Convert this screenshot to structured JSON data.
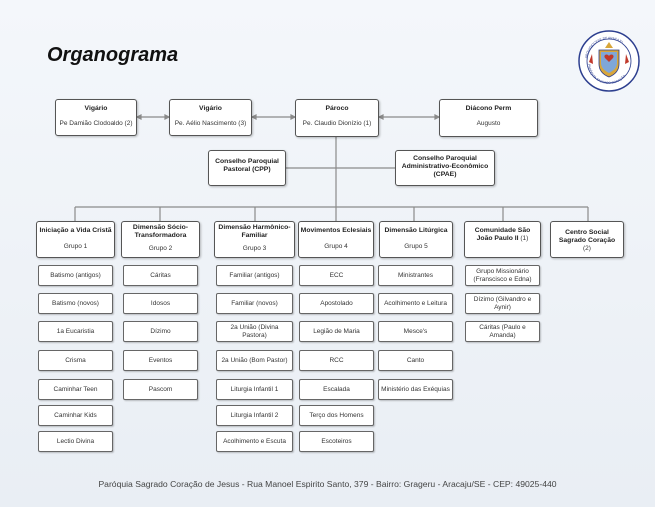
{
  "title": "Organograma",
  "logo_text": "ARQUIDIOCESE DE ARACAJU · PARÓQUIA SAGRADO CORAÇÃO DE JESUS",
  "colors": {
    "seal_blue": "#2d3f8f",
    "seal_gold": "#d8a63a",
    "line": "#8a8a8a"
  },
  "top_row": [
    {
      "title": "Vigário",
      "name": "Pe Damião Clodoaldo (2)"
    },
    {
      "title": "Vigário",
      "name": "Pe. Aélio Nascimento (3)"
    },
    {
      "title": "Pároco",
      "name": "Pe. Claudio Dionízio (1)"
    },
    {
      "title": "Diácono Perm",
      "name": "Augusto"
    }
  ],
  "councils": [
    {
      "title": "Conselho Paroquial Pastoral (CPP)"
    },
    {
      "title": "Conselho Paroquial Administrativo-Econômico (CPAE)"
    }
  ],
  "groups": [
    {
      "title": "Iniciação a Vida Cristã",
      "subtitle": "Grupo 1",
      "items": [
        "Batismo (antigos)",
        "Batismo (novos)",
        "1a Eucaristia",
        "Crisma",
        "Caminhar Teen",
        "Caminhar Kids",
        "Lectio Divina"
      ]
    },
    {
      "title": "Dimensão Sócio-Transformadora",
      "subtitle": "Grupo 2",
      "items": [
        "Cáritas",
        "Idosos",
        "Dízimo",
        "Eventos",
        "Pascom"
      ]
    },
    {
      "title": "Dimensão Harmônico-Familiar",
      "subtitle": "Grupo 3",
      "items": [
        "Familiar (antigos)",
        "Familiar (novos)",
        "2a União (Divina Pastora)",
        "2a União (Bom Pastor)",
        "Liturgia Infantil 1",
        "Liturgia Infantil 2",
        "Acolhimento e Escuta"
      ]
    },
    {
      "title": "Movimentos Eclesiais",
      "subtitle": "Grupo 4",
      "items": [
        "ECC",
        "Apostolado",
        "Legião de Maria",
        "RCC",
        "Escalada",
        "Terço dos Homens",
        "Escoteiros"
      ]
    },
    {
      "title": "Dimensão Litúrgica",
      "subtitle": "Grupo 5",
      "items": [
        "Ministrantes",
        "Acolhimento e Leitura",
        "Mesce's",
        "Canto",
        "Ministério das Exéquias"
      ]
    },
    {
      "title": "Comunidade São João Paulo II",
      "subtitle": "(1)",
      "items": [
        "Grupo Missionário (Franscisco e Edna)",
        "Dízimo (Gilvandro e Aynir)",
        "Cáritas (Paulo e Amanda)"
      ]
    },
    {
      "title": "Centro Social Sagrado Coração",
      "subtitle": "(2)",
      "items": []
    }
  ],
  "footer": "Paróquia Sagrado Coração de Jesus - Rua  Manoel Espirito Santo, 379 - Bairro:  Grageru - Aracaju/SE - CEP: 49025-440"
}
